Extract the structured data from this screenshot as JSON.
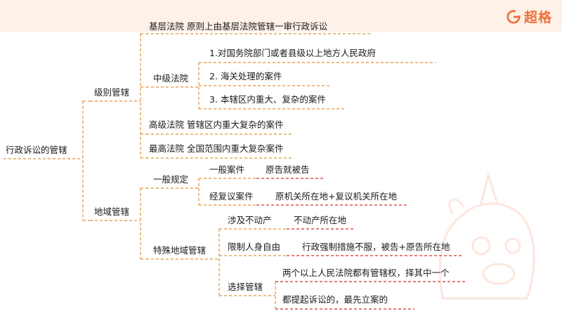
{
  "header": {
    "brand": "超格"
  },
  "root": "行政诉讼的管辖",
  "level": {
    "label": "级别管辖",
    "basic": "基层法院  原则上由基层法院管辖一审行政诉讼",
    "intermediate": {
      "label": "中级法院",
      "items": [
        "1.对国务院部门或者县级以上地方人民政府",
        "2. 海关处理的案件",
        "3. 本辖区内重大、复杂的案件"
      ]
    },
    "high": "高级法院  管辖区内重大复杂的案件",
    "supreme": "最高法院  全国范围内重大复杂案件"
  },
  "territorial": {
    "label": "地域管辖",
    "general": {
      "label": "一般规定",
      "rows": [
        {
          "case": "一般案件",
          "rule": "原告就被告"
        },
        {
          "case": "经复议案件",
          "rule": "原机关所在地+复议机关所在地"
        }
      ]
    },
    "special": {
      "label": "特殊地域管辖",
      "rows": [
        {
          "case": "涉及不动产",
          "rule": "不动产所在地"
        },
        {
          "case": "限制人身自由",
          "rule": "行政强制措施不服，被告+原告所在地"
        }
      ],
      "choice": {
        "label": "选择管辖",
        "lines": [
          "两个以上人民法院都有管辖权，择其中一个",
          "都提起诉讼的，最先立案的"
        ]
      }
    }
  }
}
